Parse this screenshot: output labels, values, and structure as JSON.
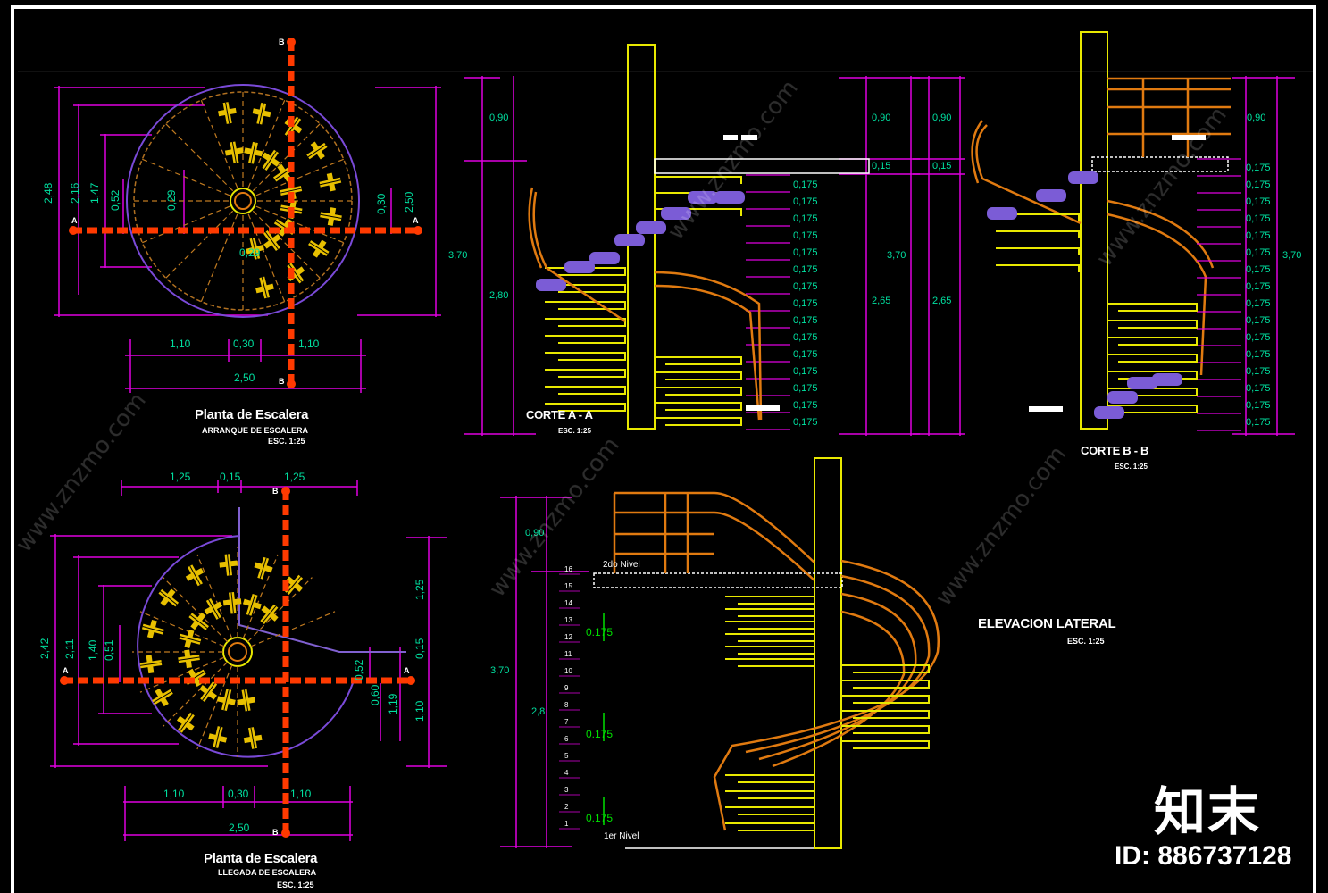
{
  "colors": {
    "background": "#000000",
    "dimension": "#e000e0",
    "dim_text": "#00e0a0",
    "axis": "#ff3a00",
    "rail": "#e07a10",
    "step": "#e0d000",
    "tread": "#7b5cd6",
    "column": "#e8e800",
    "text": "#ffffff"
  },
  "plan_top": {
    "title": "Planta de Escalera",
    "subtitle": "ARRANQUE DE ESCALERA",
    "scale": "ESC. 1:25",
    "dims_left": [
      "2,48",
      "2,16",
      "1,47",
      "0,52",
      "0,29"
    ],
    "dims_right": [
      "0,30",
      "2,50"
    ],
    "center_dim": "0,29",
    "dims_bottom": [
      "1,10",
      "0,30",
      "1,10",
      "2,50"
    ],
    "axis_labels": [
      "B",
      "A",
      "A",
      "B"
    ]
  },
  "plan_bottom": {
    "title": "Planta de Escalera",
    "subtitle": "LLEGADA DE ESCALERA",
    "scale": "ESC. 1:25",
    "dims_top": [
      "1,25",
      "0,15",
      "1,25"
    ],
    "dims_left": [
      "2,42",
      "2,11",
      "1,40",
      "0,51"
    ],
    "dims_right": [
      "0,52",
      "0,60",
      "1,19",
      "1,10",
      "0,15",
      "1,25"
    ],
    "dims_bottom": [
      "1,10",
      "0,30",
      "1,10",
      "2,50"
    ],
    "axis_labels": [
      "B",
      "A",
      "A",
      "B"
    ]
  },
  "section_a": {
    "title": "CORTE A - A",
    "scale": "ESC. 1:25",
    "dims_left": [
      "0,90",
      "2,80",
      "3,70"
    ],
    "dims_right": [
      "0,90",
      "0,15",
      "3,70",
      "2,65"
    ],
    "risers": [
      "0,175",
      "0,175",
      "0,175",
      "0,175",
      "0,175",
      "0,175",
      "0,175",
      "0,175",
      "0,175",
      "0,175",
      "0,175",
      "0,175",
      "0,175",
      "0,175",
      "0,175"
    ]
  },
  "section_b": {
    "title": "CORTE B - B",
    "scale": "ESC. 1:25",
    "dims_left": [
      "0,90",
      "0,15",
      "2,65"
    ],
    "dims_right": [
      "0,90",
      "3,70"
    ],
    "risers": [
      "0,175",
      "0,175",
      "0,175",
      "0,175",
      "0,175",
      "0,175",
      "0,175",
      "0,175",
      "0,175",
      "0,175",
      "0,175",
      "0,175",
      "0,175",
      "0,175",
      "0,175",
      "0,175"
    ]
  },
  "elevation": {
    "title": "ELEVACION LATERAL",
    "scale": "ESC. 1:25",
    "dims_left": [
      "0,90",
      "3,70",
      "2,8"
    ],
    "level_top": "2do Nivel",
    "level_bottom": "1er Nivel",
    "riser_label": "0.175",
    "step_numbers": [
      "16",
      "15",
      "14",
      "13",
      "12",
      "11",
      "10",
      "9",
      "8",
      "7",
      "6",
      "5",
      "4",
      "3",
      "2",
      "1"
    ]
  },
  "watermark": {
    "site": "www.znzmo.com",
    "logo": "知末",
    "id": "ID: 886737128"
  }
}
